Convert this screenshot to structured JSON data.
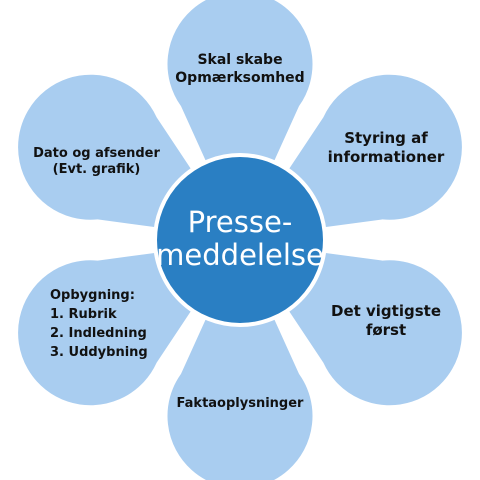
{
  "center": {
    "line1": "Presse-",
    "line2": "meddelelse"
  },
  "petals": {
    "top": {
      "line1": "Skal skabe",
      "line2": "Opmærksomhed"
    },
    "upper_right": {
      "line1": "Styring af",
      "line2": "informationer"
    },
    "lower_right": {
      "line1": "Det vigtigste",
      "line2": "først"
    },
    "bottom": {
      "line1": "Faktaoplysninger"
    },
    "lower_left": {
      "title": "Opbygning:",
      "items": [
        "1. Rubrik",
        "2. Indledning",
        "3. Uddybning"
      ]
    },
    "upper_left": {
      "line1": "Dato og afsender",
      "line2": "(Evt. grafik)"
    }
  },
  "colors": {
    "petal_fill": "#a9cdf0",
    "petal_stroke": "#ffffff",
    "center_fill": "#2a7fc3",
    "center_stroke": "#ffffff"
  }
}
